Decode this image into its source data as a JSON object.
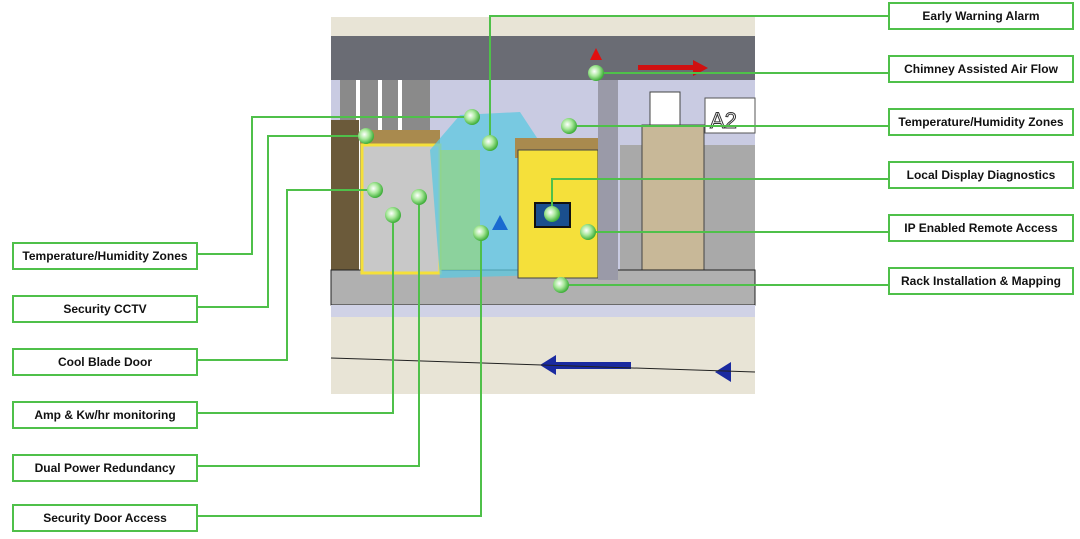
{
  "colors": {
    "connector": "#4fc04a",
    "rack_yellow": "#f5e03a",
    "cold_aisle": "#5cc8e0"
  },
  "illustration": {
    "sign_text": "A2"
  },
  "right_labels": [
    {
      "text": "Early Warning Alarm"
    },
    {
      "text": "Chimney Assisted Air Flow"
    },
    {
      "text": "Temperature/Humidity Zones"
    },
    {
      "text": "Local Display Diagnostics"
    },
    {
      "text": "IP Enabled Remote Access"
    },
    {
      "text": "Rack Installation & Mapping"
    }
  ],
  "left_labels": [
    {
      "text": "Temperature/Humidity Zones"
    },
    {
      "text": "Security CCTV"
    },
    {
      "text": "Cool Blade Door"
    },
    {
      "text": "Amp & Kw/hr monitoring"
    },
    {
      "text": "Dual Power Redundancy"
    },
    {
      "text": "Security Door Access"
    }
  ]
}
